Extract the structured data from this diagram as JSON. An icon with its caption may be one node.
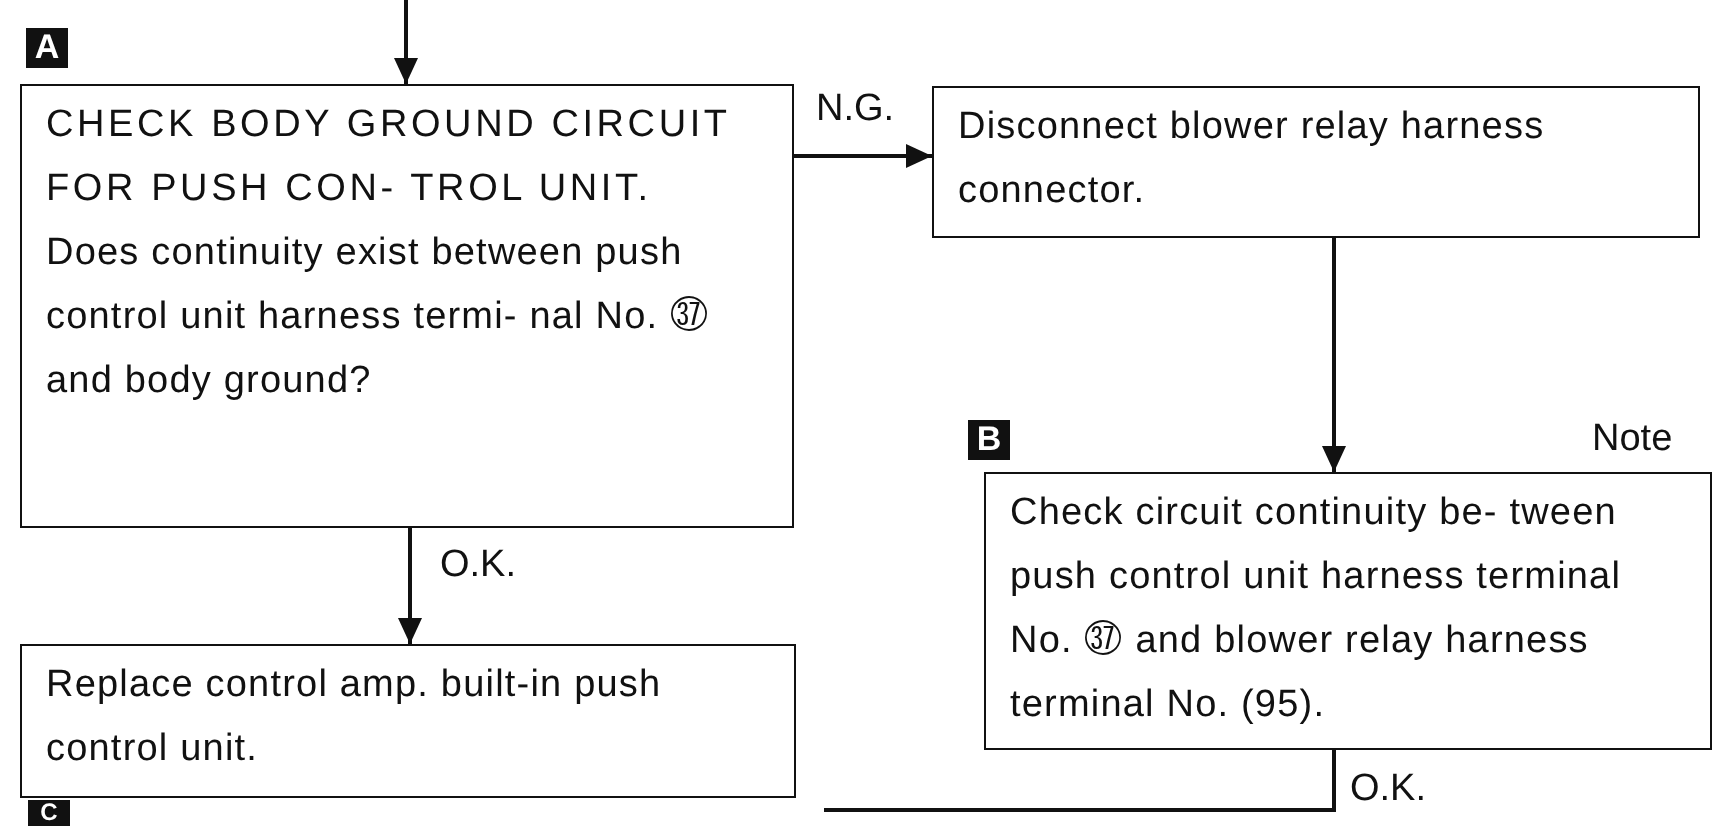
{
  "diagram": {
    "nodes": [
      {
        "text": [
          "CHECK BODY GROUND CIRCUIT FOR PUSH CON- TROL UNIT.",
          "Does continuity exist between push control unit harness termi- nal No. ㊲ and body ground?"
        ],
        "beside": [
          "A"
        ]
      },
      {
        "text": [
          "Disconnect blower relay harness connector."
        ]
      },
      {
        "text": [
          "Replace control amp. built-in push control unit."
        ]
      },
      {
        "text": [
          "Check circuit continuity be- tween push control unit harness terminal No. ㊲ and blower relay harness terminal No. (95)."
        ],
        "beside": [
          "B",
          "Note"
        ]
      }
    ],
    "edges": [
      {
        "from": null,
        "to": 0,
        "arrow": "to"
      },
      {
        "from": 0,
        "to": 1,
        "arrow": "to",
        "label": "N.G."
      },
      {
        "from": 0,
        "to": 2,
        "arrow": "to",
        "label": "O.K."
      },
      {
        "from": 1,
        "to": 3,
        "arrow": "to"
      },
      {
        "from": 3,
        "to": null,
        "arrow": "none",
        "label": "O.K."
      }
    ],
    "labels": [
      "C"
    ]
  }
}
